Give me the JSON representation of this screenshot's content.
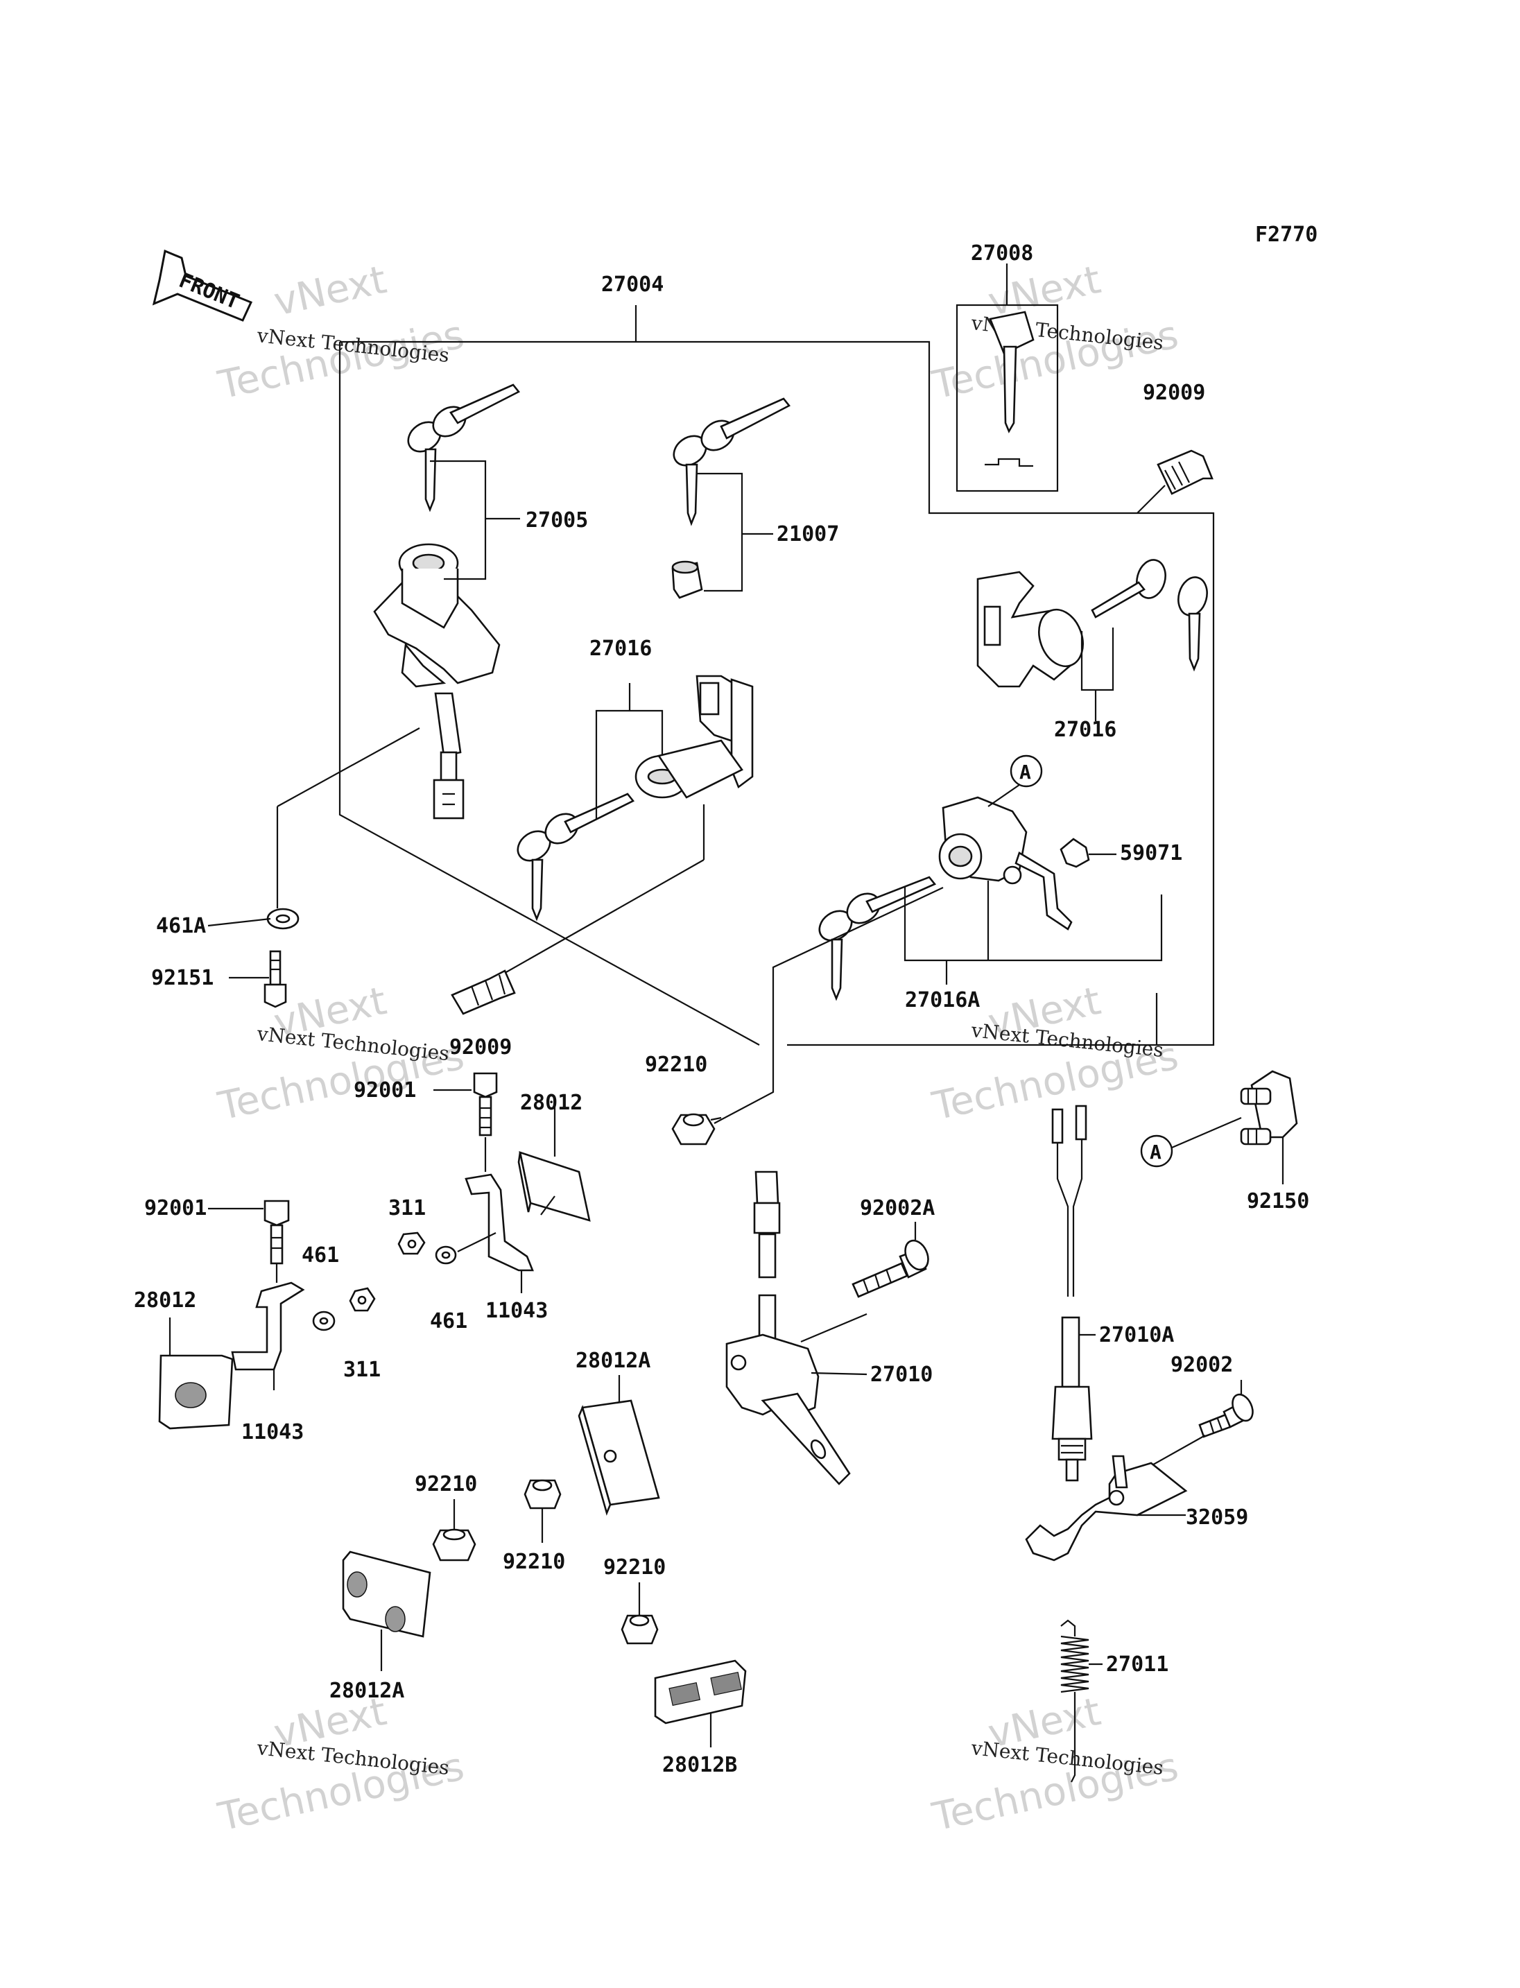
{
  "figure_code": "F2770",
  "front_label": "FRONT",
  "watermark": {
    "line1": "vNext Technologies",
    "line2": "vNext",
    "line3": "Technologies"
  },
  "callout_A": "A",
  "labels": {
    "p27004": "27004",
    "p27008": "27008",
    "p92009_top": "92009",
    "p27005": "27005",
    "p21007": "21007",
    "p27016_mid": "27016",
    "p27016_right": "27016",
    "p59071": "59071",
    "p27016A": "27016A",
    "p461A": "461A",
    "p92151": "92151",
    "p92009_bot": "92009",
    "p92210_center": "92210",
    "p92001_a": "92001",
    "p28012_a": "28012",
    "p92001_b": "92001",
    "p311_a": "311",
    "p461_a": "461",
    "p28012_b": "28012",
    "p461_b": "461",
    "p11043_a": "11043",
    "p311_b": "311",
    "p11043_b": "11043",
    "p92002A": "92002A",
    "p27010": "27010",
    "p28012A_a": "28012A",
    "p27010A": "27010A",
    "p92002": "92002",
    "p32059": "32059",
    "p92150": "92150",
    "p92210_a": "92210",
    "p92210_b": "92210",
    "p92210_c": "92210",
    "p28012A_b": "28012A",
    "p28012B": "28012B",
    "p27011": "27011"
  }
}
